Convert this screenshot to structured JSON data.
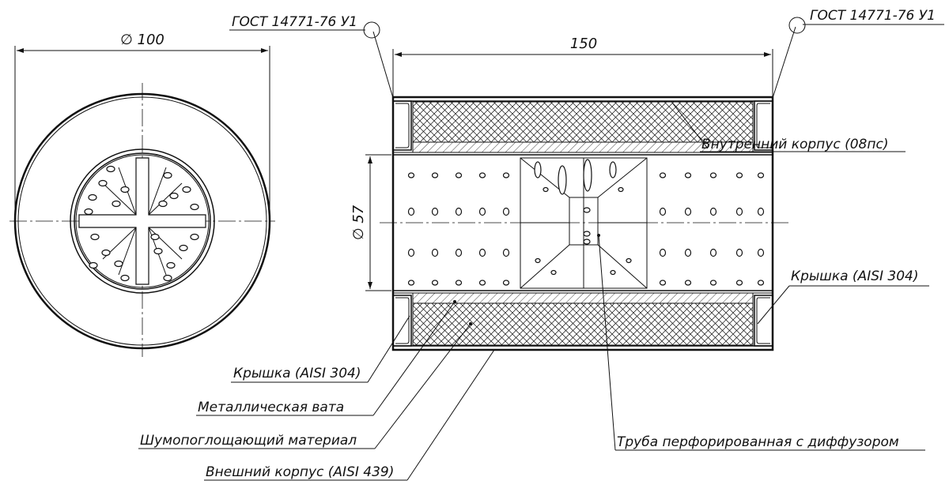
{
  "dimensions": {
    "outer_diameter": "∅ 100",
    "length": "150",
    "inner_diameter": "∅ 57"
  },
  "standards": {
    "left": "ГОСТ 14771-76 У1",
    "right": "ГОСТ 14771-76 У1"
  },
  "labels": {
    "inner_body": "Внутренний корпус (08пс)",
    "cap_right": "Крышка (AISI 304)",
    "cap_left": "Крышка (AISI 304)",
    "metal_wool": "Металлическая вата",
    "absorbing_material": "Шумопоглощающий материал",
    "outer_body": "Внешний корпус (AISI 439)",
    "perforated_pipe": "Труба перфорированная с диффузором"
  },
  "colors": {
    "line": "#111111",
    "background": "#ffffff"
  }
}
